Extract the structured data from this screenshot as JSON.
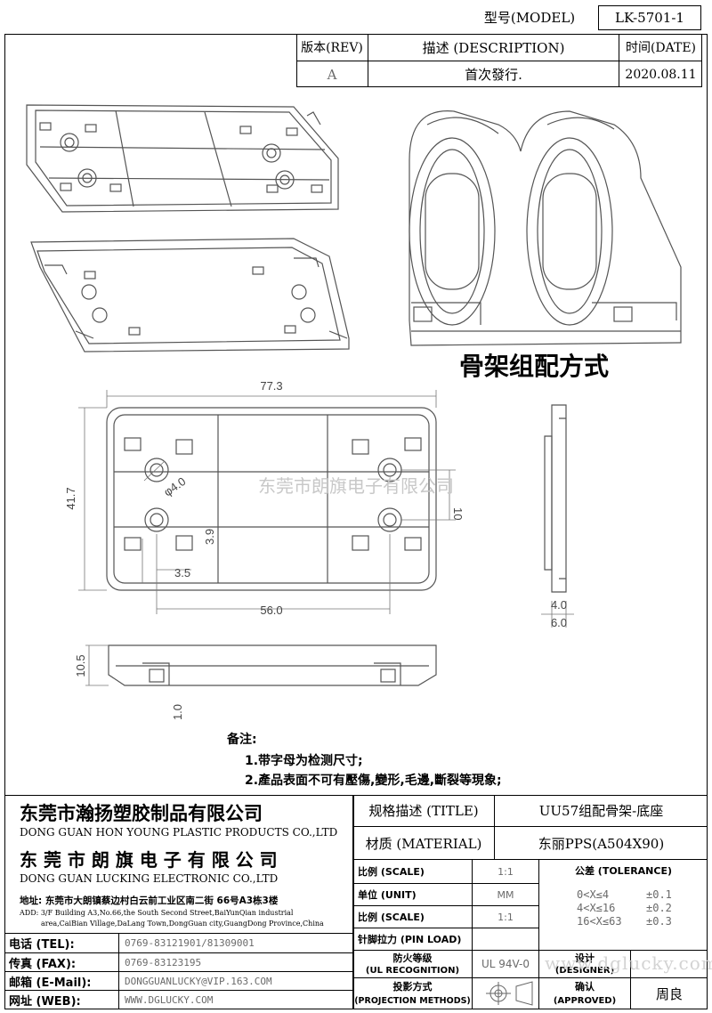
{
  "header": {
    "model_label": "型号(MODEL)",
    "model_value": "LK-5701-1",
    "rev_label": "版本(REV)",
    "desc_label": "描述 (DESCRIPTION)",
    "date_label": "时间(DATE)",
    "rev_value": "A",
    "desc_value": "首次發行.",
    "date_value": "2020.08.11"
  },
  "drawing": {
    "assembly_caption": "骨架组配方式",
    "watermark": "东莞市朗旗电子有限公司",
    "dims": {
      "width": "77.3",
      "height": "41.7",
      "hole_dia": "φ4.0",
      "hole_pitch_v": "10",
      "gap_a": "3.9",
      "gap_b": "3.5",
      "hole_pitch_h": "56.0",
      "side_a": "4.0",
      "side_b": "6.0",
      "front_h": "10.5",
      "front_t": "1.0"
    }
  },
  "notes": {
    "title": "备注:",
    "items": [
      "1.带字母为检测尺寸;",
      "2.產品表面不可有壓傷,變形,毛邊,斷裂等現象;"
    ]
  },
  "company": {
    "name_cn_1": "东莞市瀚扬塑胶制品有限公司",
    "name_en_1": "DONG GUAN HON YOUNG PLASTIC PRODUCTS CO.,LTD",
    "name_cn_2": "东 莞 市 朗 旗 电 子 有 限 公 司",
    "name_en_2": "DONG GUAN LUCKING ELECTRONIC CO.,LTD",
    "address_cn": "地址: 东莞市大朗镇蔡边村白云前工业区南二街 66号A3栋3楼",
    "address_en_1": "ADD: 3/F Building A3,No.66,the South Second Street,BaiYunQian industrial",
    "address_en_2": "area,CaiBian Village,DaLang Town,DongGuan city,GuangDong Province,China"
  },
  "contacts": [
    {
      "label": "电话 (TEL):",
      "value": "0769-83121901/81309001"
    },
    {
      "label": "传真 (FAX):",
      "value": "0769-83123195"
    },
    {
      "label": "邮箱 (E-Mail):",
      "value": "DONGGUANLUCKY@VIP.163.COM"
    },
    {
      "label": "网址 (WEB):",
      "value": "WWW.DGLUCKY.COM"
    }
  ],
  "specs": {
    "title_label": "规格描述 (TITLE)",
    "title_value": "UU57组配骨架-底座",
    "material_label": "材质 (MATERIAL)",
    "material_value": "东丽PPS(A504X90)",
    "scale_label": "比例 (SCALE)",
    "scale_value": "1:1",
    "unit_label": "单位 (UNIT)",
    "unit_value": "MM",
    "scale2_label": "比例 (SCALE)",
    "scale2_value": "1:1",
    "pin_label": "针脚拉力 (PIN LOAD)",
    "ul_label_1": "防火等级",
    "ul_label_2": "(UL RECOGNITION)",
    "ul_value": "UL 94V-0",
    "proj_label_1": "投影方式",
    "proj_label_2": "(PROJECTION METHODS)",
    "tolerance_label": "公差 (TOLERANCE)",
    "tolerances": [
      {
        "range": "0<X≤4",
        "tol": "±0.1"
      },
      {
        "range": "4<X≤16",
        "tol": "±0.2"
      },
      {
        "range": "16<X≤63",
        "tol": "±0.3"
      }
    ],
    "designer_label_1": "设计",
    "designer_label_2": "(DESIGNER)",
    "approved_label_1": "确认",
    "approved_label_2": "(APPROVED)",
    "approved_value": "周良",
    "site_watermark": "www.dglucky.com"
  }
}
